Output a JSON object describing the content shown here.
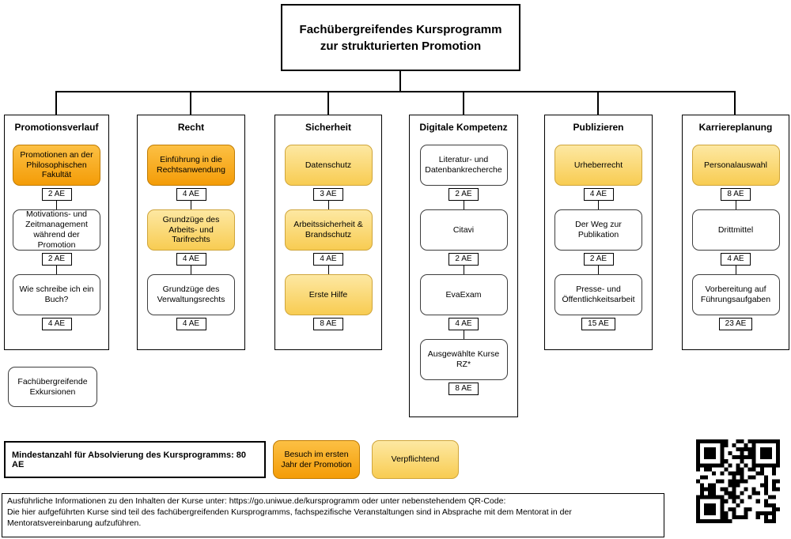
{
  "title": "Fachübergreifendes Kursprogramm zur strukturierten Promotion",
  "legend_meaning": {
    "first_year": "Besuch im ersten Jahr der Promotion",
    "mandatory": "Verpflichtend"
  },
  "colors": {
    "first_year_orange": "#F6A307",
    "mandatory_yellow": "#FAD46C",
    "standard_white": "#FFFFFF",
    "line_black": "#000000"
  },
  "columns": [
    {
      "header": "Promotionsverlauf",
      "courses": [
        {
          "label": "Promotionen an der Philosophischen Fakultät",
          "ae": "2 AE",
          "type": "first-year"
        },
        {
          "label": "Motivations- und Zeitmanagement während der Promotion",
          "ae": "2 AE",
          "type": "standard"
        },
        {
          "label": "Wie schreibe ich ein Buch?",
          "ae": "4 AE",
          "type": "standard"
        }
      ]
    },
    {
      "header": "Recht",
      "courses": [
        {
          "label": "Einführung in die Rechtsanwendung",
          "ae": "4 AE",
          "type": "first-year"
        },
        {
          "label": "Grundzüge des Arbeits- und Tarifrechts",
          "ae": "4 AE",
          "type": "mandatory"
        },
        {
          "label": "Grundzüge des Verwaltungsrechts",
          "ae": "4 AE",
          "type": "standard"
        }
      ]
    },
    {
      "header": "Sicherheit",
      "courses": [
        {
          "label": "Datenschutz",
          "ae": "3 AE",
          "type": "mandatory"
        },
        {
          "label": "Arbeitssicherheit & Brandschutz",
          "ae": "4 AE",
          "type": "mandatory"
        },
        {
          "label": "Erste Hilfe",
          "ae": "8 AE",
          "type": "mandatory"
        }
      ]
    },
    {
      "header": "Digitale Kompetenz",
      "courses": [
        {
          "label": "Literatur- und Datenbankrecherche",
          "ae": "2 AE",
          "type": "standard"
        },
        {
          "label": "Citavi",
          "ae": "2 AE",
          "type": "standard"
        },
        {
          "label": "EvaExam",
          "ae": "4 AE",
          "type": "standard"
        },
        {
          "label": "Ausgewählte Kurse RZ*",
          "ae": "8 AE",
          "type": "standard"
        }
      ]
    },
    {
      "header": "Publizieren",
      "courses": [
        {
          "label": "Urheberrecht",
          "ae": "4 AE",
          "type": "mandatory"
        },
        {
          "label": "Der Weg zur Publikation",
          "ae": "2 AE",
          "type": "standard"
        },
        {
          "label": "Presse- und Öffentlichkeitsarbeit",
          "ae": "15 AE",
          "type": "standard"
        }
      ]
    },
    {
      "header": "Karriereplanung",
      "courses": [
        {
          "label": "Personalauswahl",
          "ae": "8 AE",
          "type": "mandatory"
        },
        {
          "label": "Drittmittel",
          "ae": "4 AE",
          "type": "standard"
        },
        {
          "label": "Vorbereitung auf Führungsaufgaben",
          "ae": "23 AE",
          "type": "standard"
        }
      ]
    }
  ],
  "extra_course": {
    "label": "Fachübergreifende Exkursionen"
  },
  "bottom": {
    "minimum": "Mindestanzahl für Absolvierung des Kursprogramms: 80 AE",
    "legend_first_year": "Besuch im ersten Jahr der Promotion",
    "legend_mandatory": "Verpflichtend",
    "info": "Ausführliche Informationen zu den Inhalten der Kurse unter: https://go.uniwue.de/kursprogramm oder unter nebenstehendem QR-Code:\nDie hier aufgeführten Kurse sind teil des fachübergreifenden Kursprogramms, fachspezifische Veranstaltungen sind in Absprache mit dem Mentorat in der\nMentoratsvereinbarung aufzuführen."
  }
}
